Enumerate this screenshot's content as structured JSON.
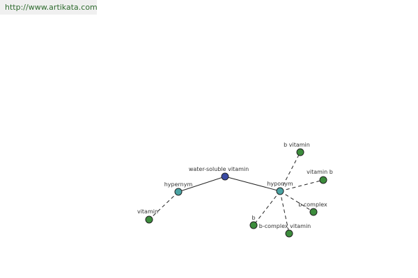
{
  "watermark": "http://www.artikata.com",
  "colors": {
    "center": "#3a4aa3",
    "relation": "#4aa3a3",
    "term": "#3c8c3c"
  },
  "graph": {
    "center": {
      "label": "water-soluble vitamin"
    },
    "relations": [
      {
        "id": "hypernym",
        "label": "hypernym"
      },
      {
        "id": "hyponym",
        "label": "hyponym"
      }
    ],
    "terms": [
      {
        "id": "vitamin",
        "label": "vitamin",
        "relation": "hypernym"
      },
      {
        "id": "b-vitamin",
        "label": "b vitamin",
        "relation": "hyponym"
      },
      {
        "id": "vitamin-b",
        "label": "vitamin b",
        "relation": "hyponym"
      },
      {
        "id": "b-complex",
        "label": "b complex",
        "relation": "hyponym"
      },
      {
        "id": "b",
        "label": "b",
        "relation": "hyponym"
      },
      {
        "id": "b-complex-vitamin",
        "label": "b-complex vitamin",
        "relation": "hyponym"
      }
    ]
  }
}
